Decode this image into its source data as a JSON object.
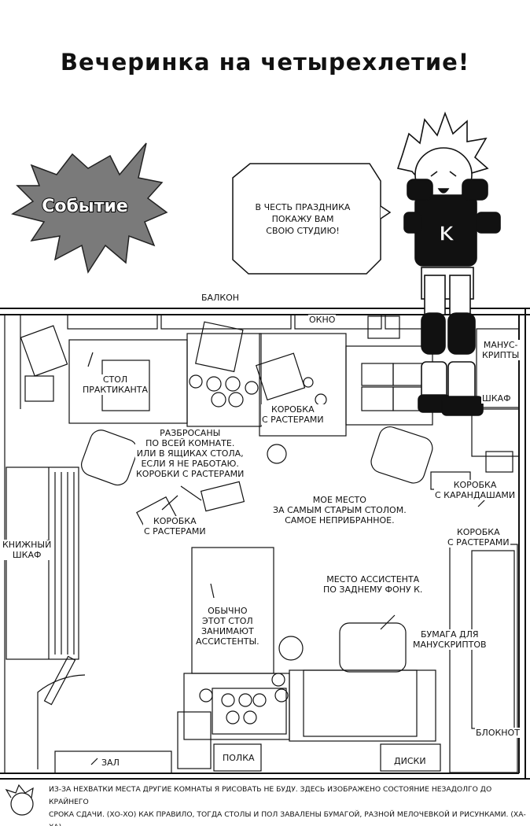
{
  "title": "Вечеринка на четырехлетие!",
  "event_badge": "Событие",
  "speech_bubble": "В честь праздника\nпокажу вам\nсвою студию!",
  "character_shirt_letter": "K",
  "floorplan": {
    "balcony": "Балкон",
    "window": "Окно",
    "intern_desk": "Стол\nпрактиканта",
    "box_rasters_top": "Коробка\nс растерами",
    "scattered_note": "Разбросаны\nпо всей комнате.\nили в ящиках стола,\nесли я не работаю.\nКоробки с растерами",
    "box_rasters_left": "Коробка\nс растерами",
    "bookshelf": "Книжный\nшкаф",
    "my_place": "Мое место\nза самым старым столом.\nСамое неприбранное.",
    "manuscripts": "Манус-\nкрипты",
    "cabinet": "Шкаф",
    "box_pencils": "Коробка\nс карандашами",
    "box_rasters_right": "Коробка\nс растерами",
    "assistant_place": "Место ассистента\nпо заднему фону К.",
    "assistants_desk": "Обычно\nэтот стол\nзанимают\nассистенты.",
    "manuscript_paper": "Бумага для\nманускриптов",
    "notepad": "Блокнот",
    "hall": "Зал",
    "shelf": "Полка",
    "disks": "Диски"
  },
  "footer_note": "Из-за нехватки места другие комнаты я рисовать не буду. Здесь изображено состояние незадолго до крайнего\nсрока сдачи. (Хо-хо) Как правило, тогда столы и пол завалены бумагой, разной мелочевкой и рисунками. (Ха-ха)\nЯ избегаю заходить сюда, когда не работаю, потому что вид студии нагоняет на меня тоску!"
}
